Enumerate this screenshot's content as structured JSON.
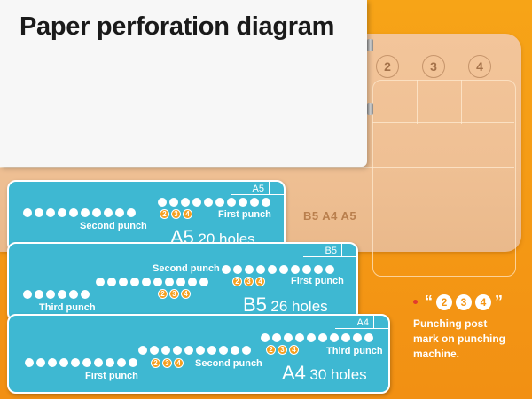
{
  "title": "Paper perforation diagram",
  "machine": {
    "post_marks": [
      "2",
      "3",
      "4"
    ],
    "size_label": "B5 A4 A5"
  },
  "cards": {
    "a5": {
      "tag": "A5",
      "first_punch": "First punch",
      "second_punch": "Second punch",
      "size": "A5",
      "holes": "20 holes",
      "marks": [
        "2",
        "3",
        "4"
      ]
    },
    "b5": {
      "tag": "B5",
      "first_punch": "First punch",
      "second_punch": "Second punch",
      "third_punch": "Third punch",
      "size": "B5",
      "holes": "26 holes",
      "marks": [
        "2",
        "3",
        "4"
      ]
    },
    "a4": {
      "tag": "A4",
      "first_punch": "First punch",
      "second_punch": "Second punch",
      "third_punch": "Third punch",
      "size": "A4",
      "holes": "30 holes",
      "marks": [
        "2",
        "3",
        "4"
      ]
    }
  },
  "legend": {
    "quote_open": "“",
    "quote_close": "”",
    "marks": [
      "2",
      "3",
      "4"
    ],
    "text": "Punching post mark on punching machine."
  },
  "colors": {
    "background": "#f39a16",
    "card": "#3eb8d2",
    "mark": "#f5a020",
    "paper": "#f7f7f7"
  }
}
